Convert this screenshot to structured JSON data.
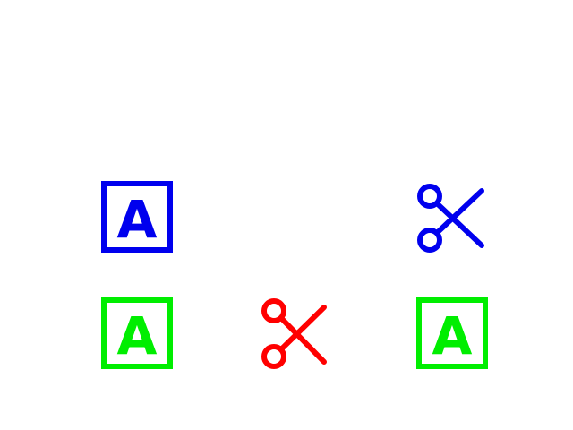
{
  "icons": [
    {
      "name": "a-box-icon",
      "letter": "A",
      "color": "#0000ee"
    },
    {
      "name": "scissors-icon",
      "color": "#0000ee"
    },
    {
      "name": "a-box-icon",
      "letter": "A",
      "color": "#00ee00"
    },
    {
      "name": "scissors-icon",
      "color": "#ff0000"
    },
    {
      "name": "a-box-icon",
      "letter": "A",
      "color": "#00ee00"
    }
  ]
}
